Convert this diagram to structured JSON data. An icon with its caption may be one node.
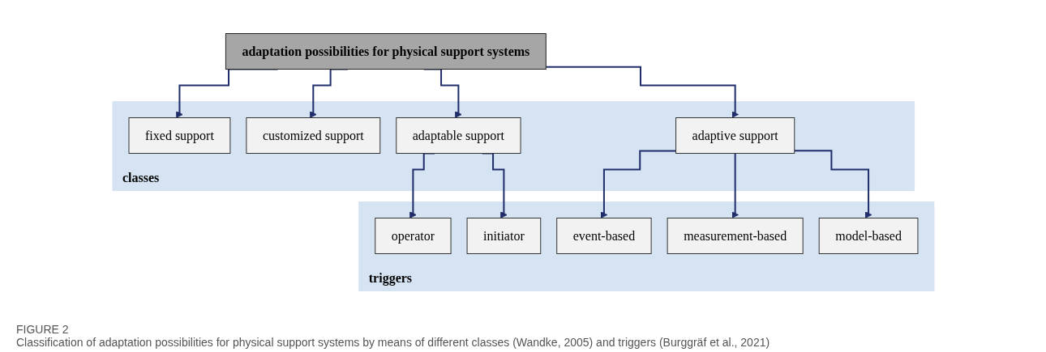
{
  "diagram": {
    "caption": "Classification of adaptation possibilities for physical support systems by means of different classes (Wandke, 2005) and triggers (Burggräf et al., 2021)",
    "nodes": [
      {
        "text": [
          "adaptation possibilities for physical support systems"
        ]
      },
      {
        "text": [
          "classes"
        ]
      },
      {
        "text": [
          "fixed support"
        ],
        "in": 1
      },
      {
        "text": [
          "customized support"
        ],
        "in": 1
      },
      {
        "text": [
          "adaptable support"
        ],
        "in": 1
      },
      {
        "text": [
          "adaptive support"
        ],
        "in": 1
      },
      {
        "text": [
          "triggers"
        ]
      },
      {
        "text": [
          "operator"
        ],
        "in": 6
      },
      {
        "text": [
          "initiator"
        ],
        "in": 6
      },
      {
        "text": [
          "event-based"
        ],
        "in": 6
      },
      {
        "text": [
          "measurement-based"
        ],
        "in": 6
      },
      {
        "text": [
          "model-based"
        ],
        "in": 6
      }
    ],
    "edges": [
      {
        "from": 0,
        "to": 2,
        "arrow": "to"
      },
      {
        "from": 0,
        "to": 3,
        "arrow": "to"
      },
      {
        "from": 0,
        "to": 4,
        "arrow": "to"
      },
      {
        "from": 0,
        "to": 5,
        "arrow": "to"
      },
      {
        "from": 4,
        "to": 7,
        "arrow": "to"
      },
      {
        "from": 4,
        "to": 8,
        "arrow": "to"
      },
      {
        "from": 5,
        "to": 9,
        "arrow": "to"
      },
      {
        "from": 5,
        "to": 10,
        "arrow": "to"
      },
      {
        "from": 5,
        "to": 11,
        "arrow": "to"
      }
    ],
    "labels": [
      "FIGURE 2"
    ]
  }
}
